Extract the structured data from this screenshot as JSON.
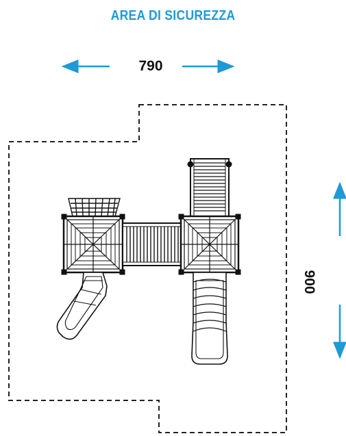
{
  "title": "AREA DI SICUREZZA",
  "dimensions": {
    "width_label": "790",
    "depth_label": "900"
  },
  "colors": {
    "accent": "#1e9ad6",
    "ink": "#111111"
  }
}
